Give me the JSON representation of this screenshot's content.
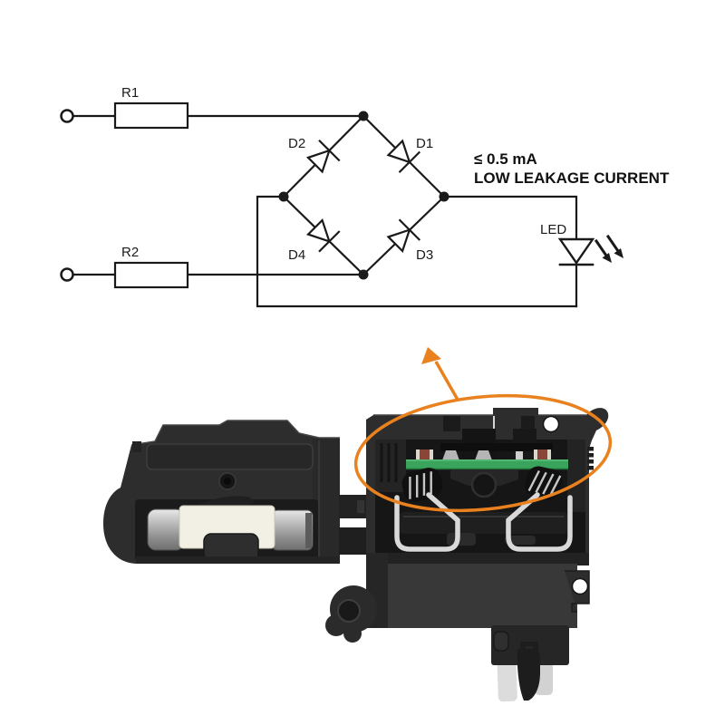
{
  "colors": {
    "accent_orange": "#e8811e",
    "circuit_ink": "#1a1a1a",
    "pcb_green": "#3aa35c",
    "fuse_ceramic": "#f2f0e4",
    "metal_silver": "#d9d9d9"
  },
  "circuit": {
    "r1_label": "R1",
    "r2_label": "R2",
    "d1_label": "D1",
    "d2_label": "D2",
    "d3_label": "D3",
    "d4_label": "D4",
    "led_label": "LED",
    "spec_line1": "≤ 0.5 mA",
    "spec_line2": "LOW LEAKAGE CURRENT"
  }
}
